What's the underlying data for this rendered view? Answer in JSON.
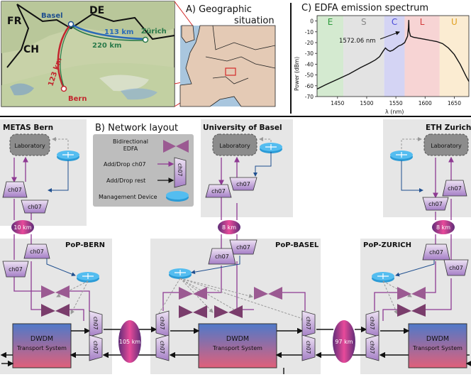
{
  "panel_a": {
    "title_line1": "A) Geographic",
    "title_line2": "situation",
    "countries": {
      "fr": "FR",
      "de": "DE",
      "ch": "CH"
    },
    "cities": {
      "basel": "Basel",
      "zurich": "Zürich",
      "bern": "Bern"
    },
    "distances": {
      "d113": "113 km",
      "d220": "220 km",
      "d123": "123 km"
    }
  },
  "panel_b": {
    "title": "B) Network layout",
    "legend": {
      "edfa_line1": "Bidirectional",
      "edfa_line2": "EDFA",
      "adddrop": "Add/Drop ch07",
      "adddrop_rest": "Add/Drop rest",
      "mgmt": "Management Device",
      "ch07": "ch07"
    },
    "sites": {
      "bern": "METAS Bern",
      "basel": "University of Basel",
      "zurich": "ETH Zurich"
    },
    "pops": {
      "bern": "PoP-BERN",
      "basel": "PoP-BASEL",
      "zurich": "PoP-ZURICH"
    },
    "lab": "Laboratory",
    "mux": "ch07",
    "dwdm_line1": "DWDM",
    "dwdm_line2": "Transport System",
    "spools": {
      "bern_local": "10 km",
      "basel_local": "8 km",
      "zurich_local": "8 km",
      "bern_basel": "105 km",
      "basel_zurich": "97 km"
    }
  },
  "panel_c": {
    "title": "C) EDFA emission spectrum",
    "annotation": "1572.06 nm",
    "colors": {
      "E": "#d4ead0",
      "S": "#e3e3e3",
      "C": "#d4d4f4",
      "L": "#f7d4d4",
      "U": "#fbecd2"
    }
  },
  "chart_data": {
    "type": "line",
    "title": "C) EDFA emission spectrum",
    "xlabel": "λ (nm)",
    "ylabel": "Power (dBm)",
    "xlim": [
      1415,
      1675
    ],
    "ylim": [
      -70,
      5
    ],
    "xticks": [
      "1450",
      "1500",
      "1550",
      "1600",
      "1650"
    ],
    "yticks": [
      "0",
      "-10",
      "-20",
      "-30",
      "-40",
      "-50",
      "-60",
      "-70"
    ],
    "bands": [
      {
        "name": "E",
        "from": 1415,
        "to": 1460,
        "color": "#d4ead0"
      },
      {
        "name": "S",
        "from": 1460,
        "to": 1530,
        "color": "#e3e3e3"
      },
      {
        "name": "C",
        "from": 1530,
        "to": 1565,
        "color": "#d4d4f4"
      },
      {
        "name": "L",
        "from": 1565,
        "to": 1625,
        "color": "#f7d4d4"
      },
      {
        "name": "U",
        "from": 1625,
        "to": 1675,
        "color": "#fbecd2"
      }
    ],
    "series": [
      {
        "x": [
          1415,
          1430,
          1450,
          1470,
          1490,
          1505,
          1515,
          1522,
          1528,
          1532,
          1536,
          1540,
          1545,
          1550,
          1555,
          1560,
          1565,
          1570,
          1571.5,
          1572.06,
          1572.6,
          1575,
          1580,
          1590,
          1600,
          1610,
          1620,
          1630,
          1640,
          1650,
          1660,
          1670,
          1675
        ],
        "y": [
          -63,
          -59,
          -54,
          -49,
          -43,
          -39,
          -36,
          -33,
          -28,
          -25,
          -27,
          -28,
          -27,
          -25,
          -23,
          -22,
          -20,
          -14,
          -6,
          1,
          -9,
          -14,
          -15,
          -16,
          -17,
          -18,
          -19,
          -21,
          -25,
          -31,
          -40,
          -51,
          -56
        ]
      }
    ],
    "annotations": [
      {
        "text": "1572.06 nm",
        "x": 1572.06,
        "y": 1
      }
    ]
  }
}
